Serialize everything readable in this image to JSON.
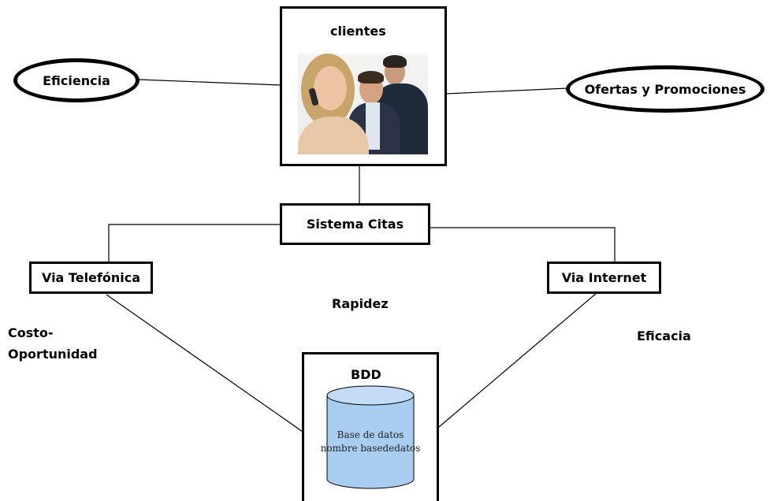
{
  "nodes": {
    "clientes": {
      "title": "clientes",
      "image_alt": "photo-of-people-on-phones"
    },
    "eficiencia": {
      "label": "Eficiencia"
    },
    "ofertas": {
      "label": "Ofertas y Promociones"
    },
    "sistema_citas": {
      "label": "Sistema Citas"
    },
    "via_telefonica": {
      "label": "Via Telefónica"
    },
    "via_internet": {
      "label": "Via Internet"
    },
    "bdd": {
      "title": "BDD",
      "cylinder_line1": "Base de datos",
      "cylinder_line2": "nombre basededatos"
    }
  },
  "annotations": {
    "rapidez": "Rapidez",
    "costo_line1": "Costo-",
    "costo_line2": "Oportunidad",
    "eficacia": "Eficacia"
  },
  "colors": {
    "cylinder_fill": "#a9cdf0",
    "cylinder_top": "#c3dcf5",
    "stroke": "#000000"
  }
}
